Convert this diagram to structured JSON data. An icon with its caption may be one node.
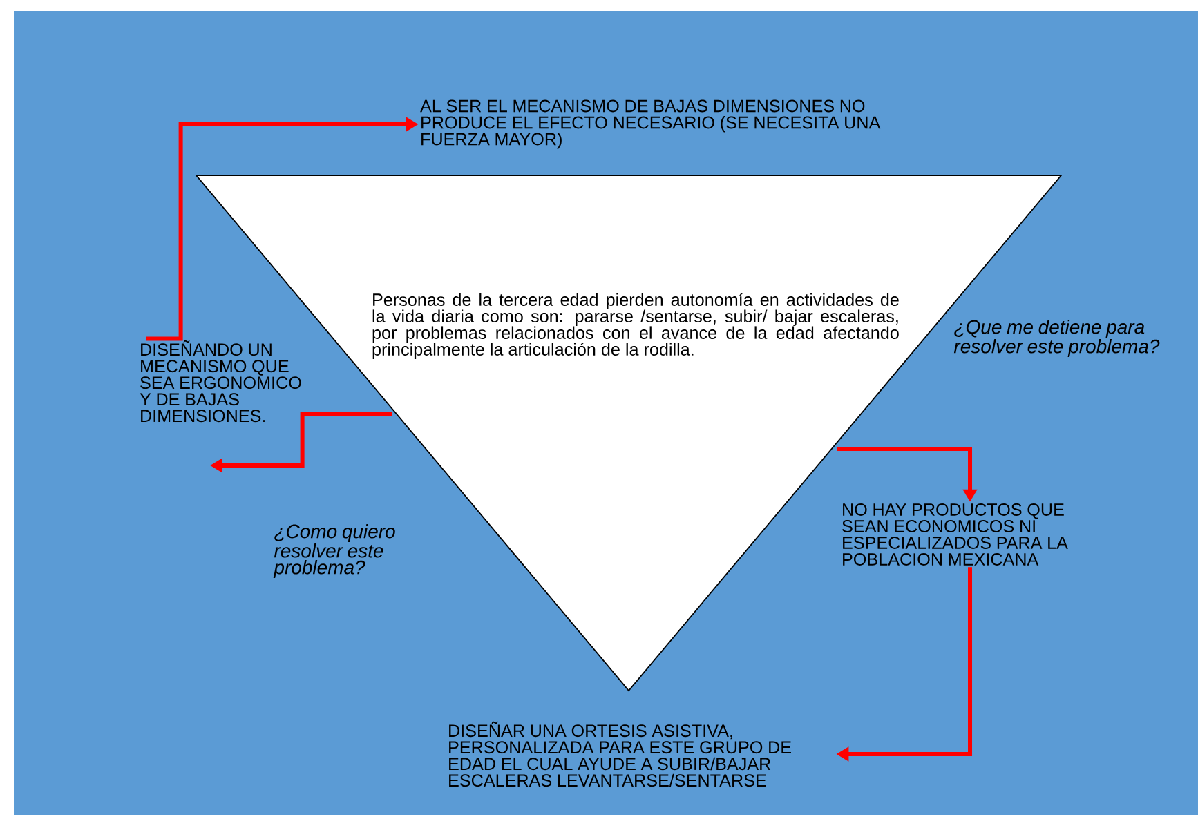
{
  "diagram": {
    "nodes": [
      {
        "text": [
          "Personas de la tercera edad pierden autonomía en actividades de la vida diaria como son: pararse /sentarse, subir/ bajar escaleras, por problemas relacionados con el avance de la edad afectando principalmente la articulación de la rodilla."
        ]
      },
      {
        "text": [
          "AL SER EL MECANISMO DE BAJAS DIMENSIONES NO PRODUCE EL EFECTO NECESARIO (SE NECESITA UNA FUERZA MAYOR)"
        ]
      },
      {
        "text": [
          "DISEÑANDO UN MECANISMO QUE SEA ERGONOMICO Y DE BAJAS DIMENSIONES."
        ]
      },
      {
        "text": [
          "NO HAY PRODUCTOS QUE SEAN ECONOMICOS NI ESPECIALIZADOS PARA LA POBLACION MEXICANA"
        ]
      },
      {
        "text": [
          "DISEÑAR UNA ORTESIS ASISTIVA, PERSONALIZADA PARA ESTE GRUPO DE EDAD EL CUAL AYUDE A SUBIR/BAJAR ESCALERAS LEVANTARSE/SENTARSE"
        ]
      }
    ],
    "edges": [
      {
        "from": 2,
        "to": 1,
        "arrow": "to"
      },
      {
        "from": 0,
        "to": 2,
        "arrow": "to"
      },
      {
        "from": 0,
        "to": 3,
        "arrow": "to"
      },
      {
        "from": 3,
        "to": 4,
        "arrow": "to"
      }
    ],
    "labels": [
      "¿Como quiero resolver este problema?",
      "¿Que me detiene para resolver este problema?"
    ]
  }
}
